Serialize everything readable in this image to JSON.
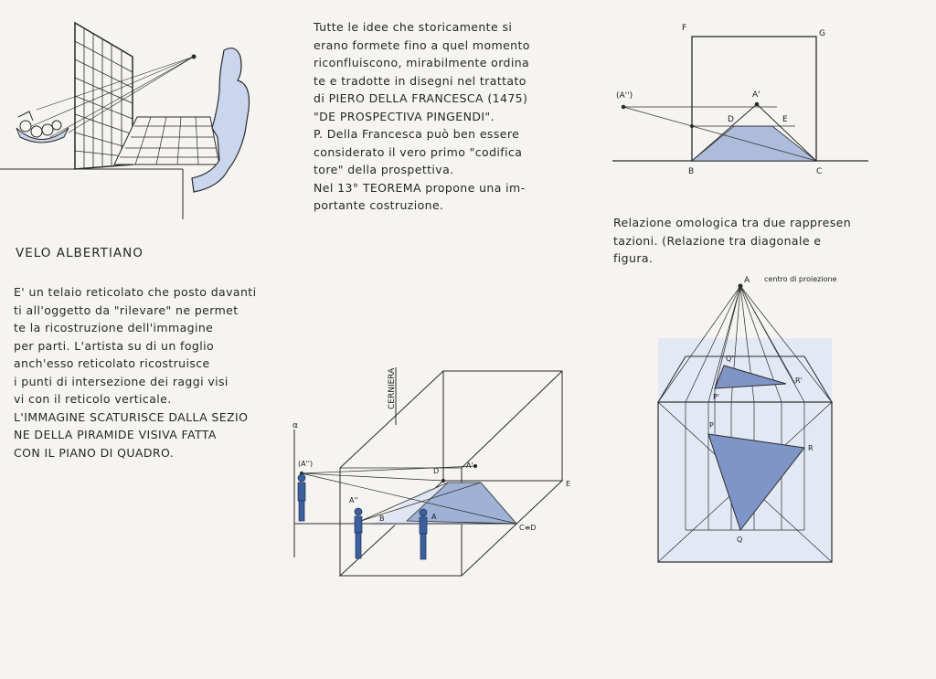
{
  "left": {
    "title": "VELO ALBERTIANO",
    "lines": [
      "E' un telaio reticolato che posto davanti",
      "ti all'oggetto da \"rilevare\" ne permet",
      "te la ricostruzione dell'immagine",
      "per parti. L'artista su di un foglio",
      "anch'esso reticolato ricostruisce",
      "i punti di intersezione dei raggi visi",
      "vi con il reticolo verticale.",
      "L'IMMAGINE SCATURISCE DALLA SEZIO",
      "NE DELLA PIRAMIDE VISIVA FATTA",
      "CON IL PIANO DI QUADRO."
    ]
  },
  "middle": {
    "lines": [
      "Tutte le idee che storicamente si",
      "erano formete fino a quel momento",
      "riconfluiscono, mirabilmente ordina",
      "te e tradotte in disegni nel trattato",
      "di PIERO DELLA FRANCESCA (1475)",
      "\"DE PROSPECTIVA PINGENDI\".",
      "P. Della Francesca può ben essere",
      "considerato il vero primo \"codifica",
      "tore\" della prospettiva.",
      "Nel 13° TEOREMA propone una im-",
      "portante costruzione."
    ]
  },
  "right": {
    "lines": [
      "Relazione omologica tra due rappresen",
      "tazioni. (Relazione tra diagonale e",
      "figura."
    ]
  },
  "fig_top_right": {
    "F": "F",
    "G": "G",
    "A2": "(A'')",
    "A1": "A'",
    "D": "D",
    "E": "E",
    "B": "B",
    "C": "C"
  },
  "fig_bottom_right": {
    "A": "A",
    "A_caption": "centro di proiezione",
    "Q1": "Q'",
    "R1": "R'",
    "P1": "P'",
    "P": "P",
    "R": "R",
    "Q": "Q"
  },
  "fig_middle": {
    "cerniera": "CERNIERA",
    "alpha": "α",
    "A2": "(A'')",
    "D": "D",
    "A1": "A'",
    "E": "E",
    "A3": "A''",
    "B": "B",
    "A": "A",
    "CD": "C≡D"
  },
  "colors": {
    "ink": "#262626",
    "blue_fill": "#9fb2d6",
    "blue_light": "#dfe6f2",
    "figure_blue": "#3c5f9e"
  }
}
